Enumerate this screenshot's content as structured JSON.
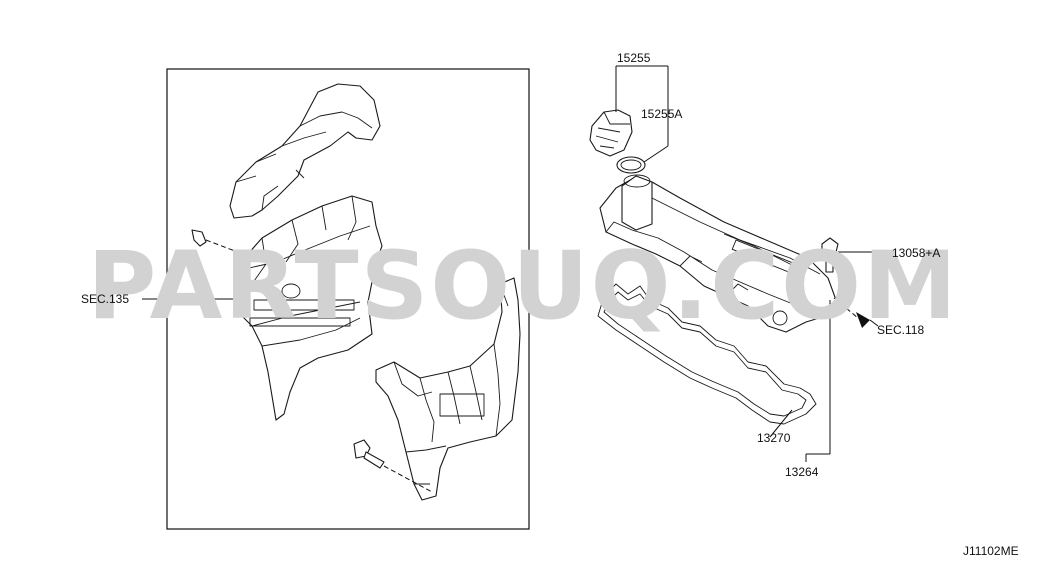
{
  "watermark": "PARTSOUQ.COM",
  "diagram_code": "J11102ME",
  "callouts": {
    "sec135": "SEC.135",
    "sec118": "SEC.118",
    "p15255": "15255",
    "p15255a": "15255A",
    "p13058a": "13058+A",
    "p13270": "13270",
    "p13264": "13264"
  }
}
